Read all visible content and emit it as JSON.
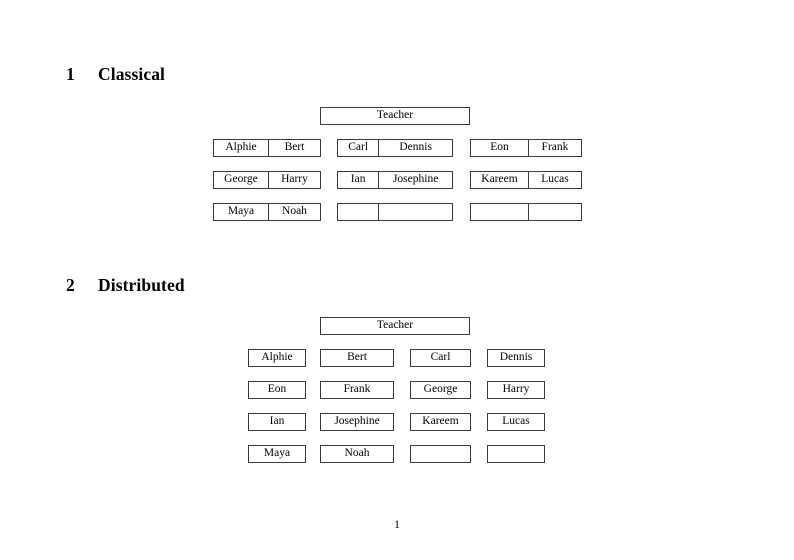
{
  "document": {
    "page_number": "1"
  },
  "sections": [
    {
      "number": "1",
      "title": "Classical",
      "teacher_label": "Teacher",
      "layout": "column-major-pairs",
      "groups": [
        {
          "rows": [
            [
              "Alphie",
              "Bert"
            ],
            [
              "George",
              "Harry"
            ],
            [
              "Maya",
              "Noah"
            ]
          ]
        },
        {
          "rows": [
            [
              "Carl",
              "Dennis"
            ],
            [
              "Ian",
              "Josephine"
            ],
            [
              "",
              ""
            ]
          ]
        },
        {
          "rows": [
            [
              "Eon",
              "Frank"
            ],
            [
              "Kareem",
              "Lucas"
            ],
            [
              "",
              ""
            ]
          ]
        }
      ]
    },
    {
      "number": "2",
      "title": "Distributed",
      "teacher_label": "Teacher",
      "layout": "row-major-grid",
      "rows": [
        [
          "Alphie",
          "Bert",
          "Carl",
          "Dennis"
        ],
        [
          "Eon",
          "Frank",
          "George",
          "Harry"
        ],
        [
          "Ian",
          "Josephine",
          "Kareem",
          "Lucas"
        ],
        [
          "Maya",
          "Noah",
          "",
          ""
        ]
      ]
    }
  ]
}
